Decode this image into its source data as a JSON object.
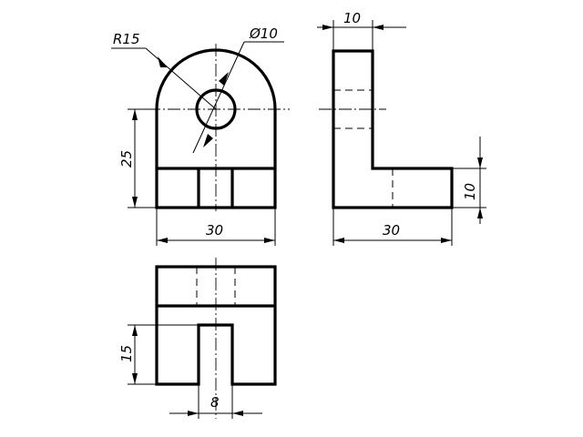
{
  "drawing": {
    "type": "orthographic technical drawing",
    "views": [
      "front",
      "side",
      "top"
    ],
    "dimensions": {
      "radius": "R15",
      "hole_diameter": "Ø10",
      "front_height": "25",
      "front_width": "30",
      "side_thickness": "10",
      "side_width": "30",
      "side_base_height": "10",
      "top_slot_depth": "15",
      "top_slot_width": "8"
    }
  }
}
